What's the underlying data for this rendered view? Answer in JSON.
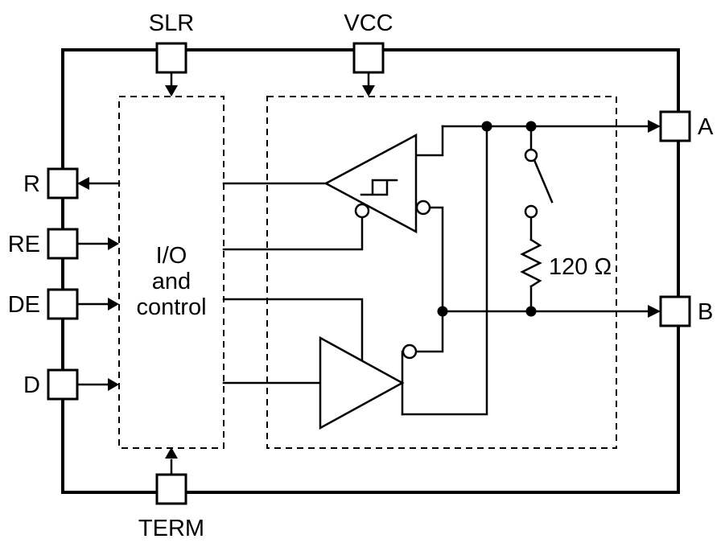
{
  "diagram": {
    "pins": {
      "slr": {
        "label": "SLR"
      },
      "vcc": {
        "label": "VCC"
      },
      "r": {
        "label": "R"
      },
      "re": {
        "label": "RE"
      },
      "de": {
        "label": "DE"
      },
      "d": {
        "label": "D"
      },
      "term": {
        "label": "TERM"
      },
      "a": {
        "label": "A"
      },
      "b": {
        "label": "B"
      }
    },
    "blocks": {
      "io_control": {
        "line1": "I/O",
        "line2": "and",
        "line3": "control"
      }
    },
    "termination": {
      "resistor_value": "120 Ω"
    },
    "colors": {
      "line": "#000000",
      "background": "#ffffff"
    }
  }
}
